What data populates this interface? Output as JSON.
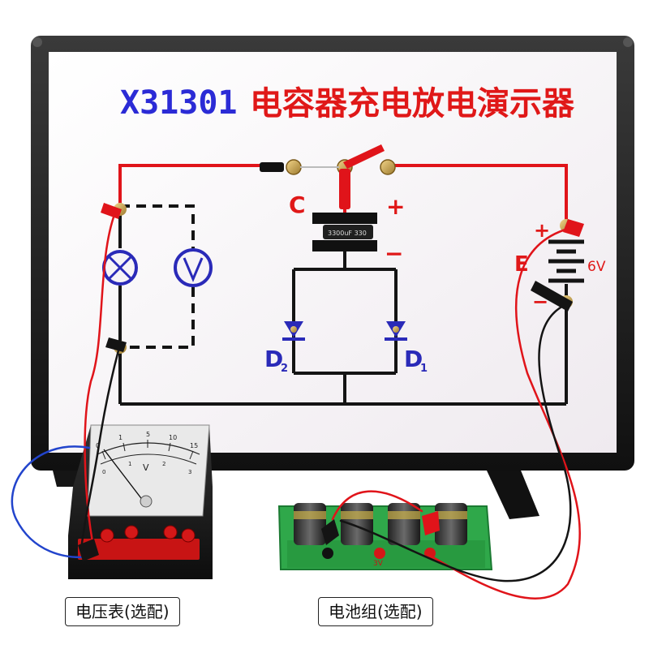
{
  "board": {
    "title_model": "X31301",
    "title_name": "电容器充电放电演示器"
  },
  "circuit_labels": {
    "capacitor": "C",
    "plus": "+",
    "minus": "−",
    "capacitor_marking": "3300uF 330",
    "diode_left": "D",
    "diode_left_sub": "2",
    "diode_right": "D",
    "diode_right_sub": "1",
    "battery": "E",
    "battery_voltage": "6V",
    "battery_plus": "+",
    "battery_minus": "−"
  },
  "meter": {
    "unit": "V",
    "scale_ticks": [
      "0",
      "1",
      "5",
      "10",
      "15"
    ],
    "scale_ticks_lower": [
      "0",
      "1",
      "2",
      "3"
    ]
  },
  "battery_box": {
    "voltage_label": "3V"
  },
  "captions": {
    "voltmeter": "电压表(选配)",
    "battery": "电池组(选配)"
  },
  "colors": {
    "frame": "#1c1c1c",
    "board": "#f7f4f7",
    "title_model": "#2b2bd6",
    "title_name": "#e01818",
    "wire_red": "#e0141a",
    "wire_black": "#141414",
    "label_blue": "#2a2ab8",
    "battery_tray": "#2fa84a"
  }
}
